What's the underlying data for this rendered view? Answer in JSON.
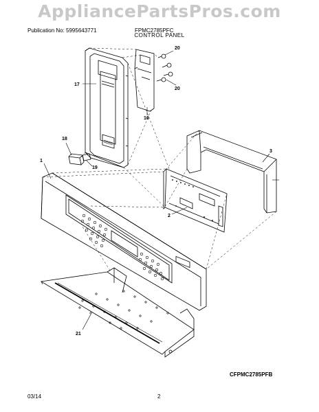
{
  "watermark": "AppliancePartsPros.com",
  "header": {
    "publication": "Publication No: 5995643771",
    "model": "FPMC2785PFC",
    "section_title": "CONTROL PANEL"
  },
  "callouts": [
    "1",
    "2",
    "3",
    "16",
    "17",
    "18",
    "19",
    "20",
    "20",
    "21"
  ],
  "diagram_code": "CFPMC2785PFB",
  "footer": {
    "date": "03/14",
    "page": "2"
  }
}
